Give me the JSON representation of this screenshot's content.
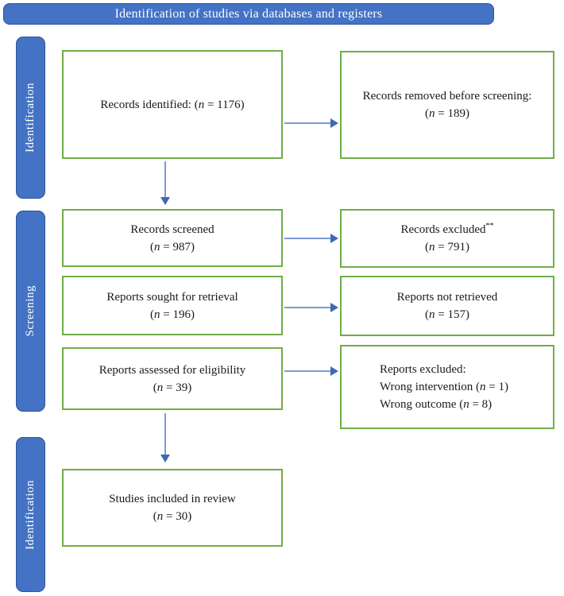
{
  "banner": {
    "label": "Identification of studies via databases and registers"
  },
  "sidebar": {
    "identification_top": {
      "label": "Identification"
    },
    "screening": {
      "label": "Screening"
    },
    "identification_bottom": {
      "label": "Identification"
    }
  },
  "boxes": {
    "records_identified": {
      "lines": [
        [
          "Records identified: (",
          {
            "i": "n"
          },
          " = 1176)"
        ]
      ]
    },
    "records_removed": {
      "lines": [
        [
          "Records removed before screening:"
        ],
        [
          "(",
          {
            "i": "n"
          },
          " = 189)"
        ]
      ]
    },
    "records_screened": {
      "lines": [
        [
          "Records screened"
        ],
        [
          "(",
          {
            "i": "n"
          },
          " = 987)"
        ]
      ]
    },
    "records_excluded": {
      "lines": [
        [
          "Records excluded",
          {
            "sup": "**"
          }
        ],
        [
          "(",
          {
            "i": "n"
          },
          " = 791)"
        ]
      ]
    },
    "reports_sought": {
      "lines": [
        [
          "Reports sought for retrieval"
        ],
        [
          "(",
          {
            "i": "n"
          },
          " = 196)"
        ]
      ]
    },
    "reports_not_retrieved": {
      "lines": [
        [
          "Reports not retrieved"
        ],
        [
          "(",
          {
            "i": "n"
          },
          " = 157)"
        ]
      ]
    },
    "reports_assessed": {
      "lines": [
        [
          "Reports assessed for eligibility"
        ],
        [
          "(",
          {
            "i": "n"
          },
          " = 39)"
        ]
      ]
    },
    "reports_excluded": {
      "lines": [
        [
          "Reports excluded:"
        ],
        [
          "Wrong intervention (",
          {
            "i": "n"
          },
          " = 1)"
        ],
        [
          "Wrong outcome (",
          {
            "i": "n"
          },
          " = 8)"
        ]
      ]
    },
    "studies_included": {
      "lines": [
        [
          "Studies included in review"
        ],
        [
          "(",
          {
            "i": "n"
          },
          " = 30)"
        ]
      ]
    }
  },
  "colors": {
    "blue_fill": "#4472C4",
    "blue_border": "#2F5597",
    "green_border": "#70AD47",
    "arrow_shaft": "#7D9AD6",
    "arrow_head": "#3E68B5",
    "text": "#1A1A1A",
    "banner_text": "#FFFFFF"
  }
}
